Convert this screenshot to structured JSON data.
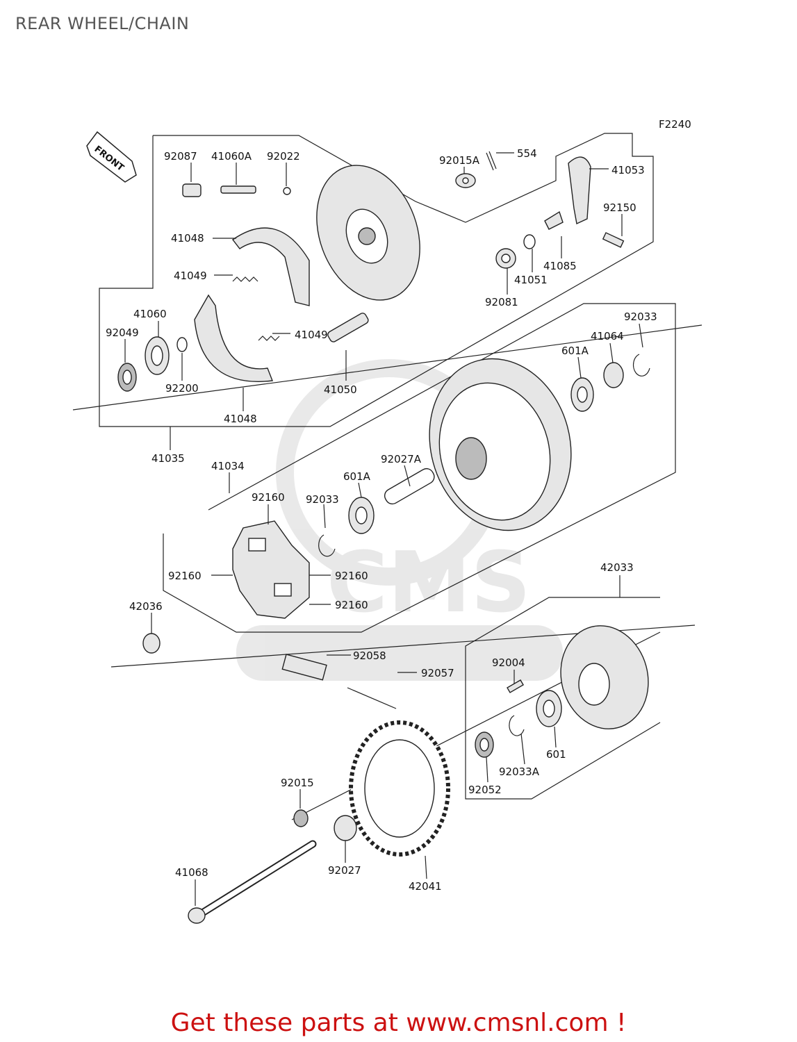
{
  "title": "REAR WHEEL/CHAIN",
  "figure_code": "F2240",
  "front_marker": "FRONT",
  "cta": "Get these parts at www.cmsnl.com !",
  "watermark": "CMS www.cmsnl.com",
  "parts": [
    {
      "id": "p92087",
      "text": "92087"
    },
    {
      "id": "p41060A",
      "text": "41060A"
    },
    {
      "id": "p92022",
      "text": "92022"
    },
    {
      "id": "p92015A",
      "text": "92015A"
    },
    {
      "id": "p554",
      "text": "554"
    },
    {
      "id": "p41053",
      "text": "41053"
    },
    {
      "id": "p92150",
      "text": "92150"
    },
    {
      "id": "p41048a",
      "text": "41048"
    },
    {
      "id": "p41049a",
      "text": "41049"
    },
    {
      "id": "p41085",
      "text": "41085"
    },
    {
      "id": "p41051",
      "text": "41051"
    },
    {
      "id": "p92081",
      "text": "92081"
    },
    {
      "id": "p41060",
      "text": "41060"
    },
    {
      "id": "p92049",
      "text": "92049"
    },
    {
      "id": "p41049b",
      "text": "41049"
    },
    {
      "id": "p92033a",
      "text": "92033"
    },
    {
      "id": "p41064",
      "text": "41064"
    },
    {
      "id": "p601Aa",
      "text": "601A"
    },
    {
      "id": "p92200",
      "text": "92200"
    },
    {
      "id": "p41050",
      "text": "41050"
    },
    {
      "id": "p41048b",
      "text": "41048"
    },
    {
      "id": "p41035",
      "text": "41035"
    },
    {
      "id": "p41034",
      "text": "41034"
    },
    {
      "id": "p92027A",
      "text": "92027A"
    },
    {
      "id": "p601Ab",
      "text": "601A"
    },
    {
      "id": "p92160a",
      "text": "92160"
    },
    {
      "id": "p92033b",
      "text": "92033"
    },
    {
      "id": "p92160b",
      "text": "92160"
    },
    {
      "id": "p92160c",
      "text": "92160"
    },
    {
      "id": "p92160d",
      "text": "92160"
    },
    {
      "id": "p42036",
      "text": "42036"
    },
    {
      "id": "p42033",
      "text": "42033"
    },
    {
      "id": "p92058",
      "text": "92058"
    },
    {
      "id": "p92057",
      "text": "92057"
    },
    {
      "id": "p92004",
      "text": "92004"
    },
    {
      "id": "p601",
      "text": "601"
    },
    {
      "id": "p92033A",
      "text": "92033A"
    },
    {
      "id": "p92052",
      "text": "92052"
    },
    {
      "id": "p92015",
      "text": "92015"
    },
    {
      "id": "p92027",
      "text": "92027"
    },
    {
      "id": "p42041",
      "text": "42041"
    },
    {
      "id": "p41068",
      "text": "41068"
    }
  ]
}
